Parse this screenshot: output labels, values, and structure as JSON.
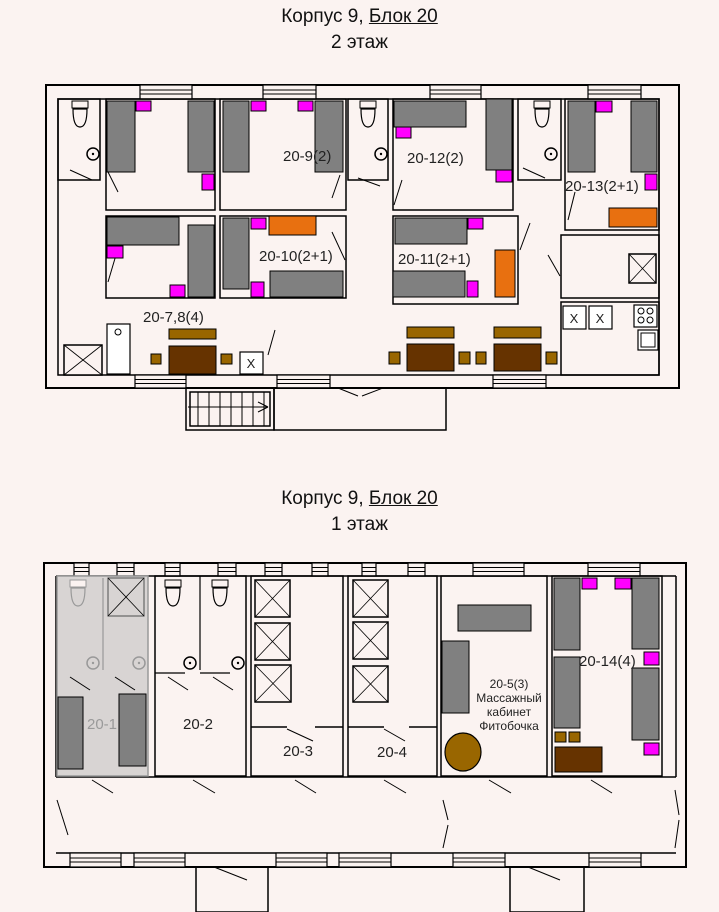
{
  "floor2": {
    "title_prefix": "Корпус 9, ",
    "title_block": "Блок 20",
    "floor": "2 этаж",
    "rooms": {
      "r20_9": "20-9(2)",
      "r20_12": "20-12(2)",
      "r20_13": "20-13(2+1)",
      "r20_10": "20-10(2+1)",
      "r20_11": "20-11(2+1)",
      "r20_7_8": "20-7,8(4)"
    },
    "marks": {
      "x": "X"
    }
  },
  "floor1": {
    "title_prefix": "Корпус 9, ",
    "title_block": "Блок 20",
    "floor": "1 этаж",
    "rooms": {
      "r20_1": "20-1",
      "r20_2": "20-2",
      "r20_3": "20-3",
      "r20_4": "20-4",
      "r20_5": "20-5(3)",
      "r20_5_line2": "Массажный",
      "r20_5_line3": "кабинет",
      "r20_5_line4": "Фитобочка",
      "r20_14": "20-14(4)"
    }
  },
  "colors": {
    "background": "#fbf3f1",
    "bed": "#808080",
    "nightstand": "#ff00ff",
    "sofa": "#e87010",
    "table": "#663300",
    "chair": "#996600",
    "occupied_room": "#d8d4d3"
  }
}
